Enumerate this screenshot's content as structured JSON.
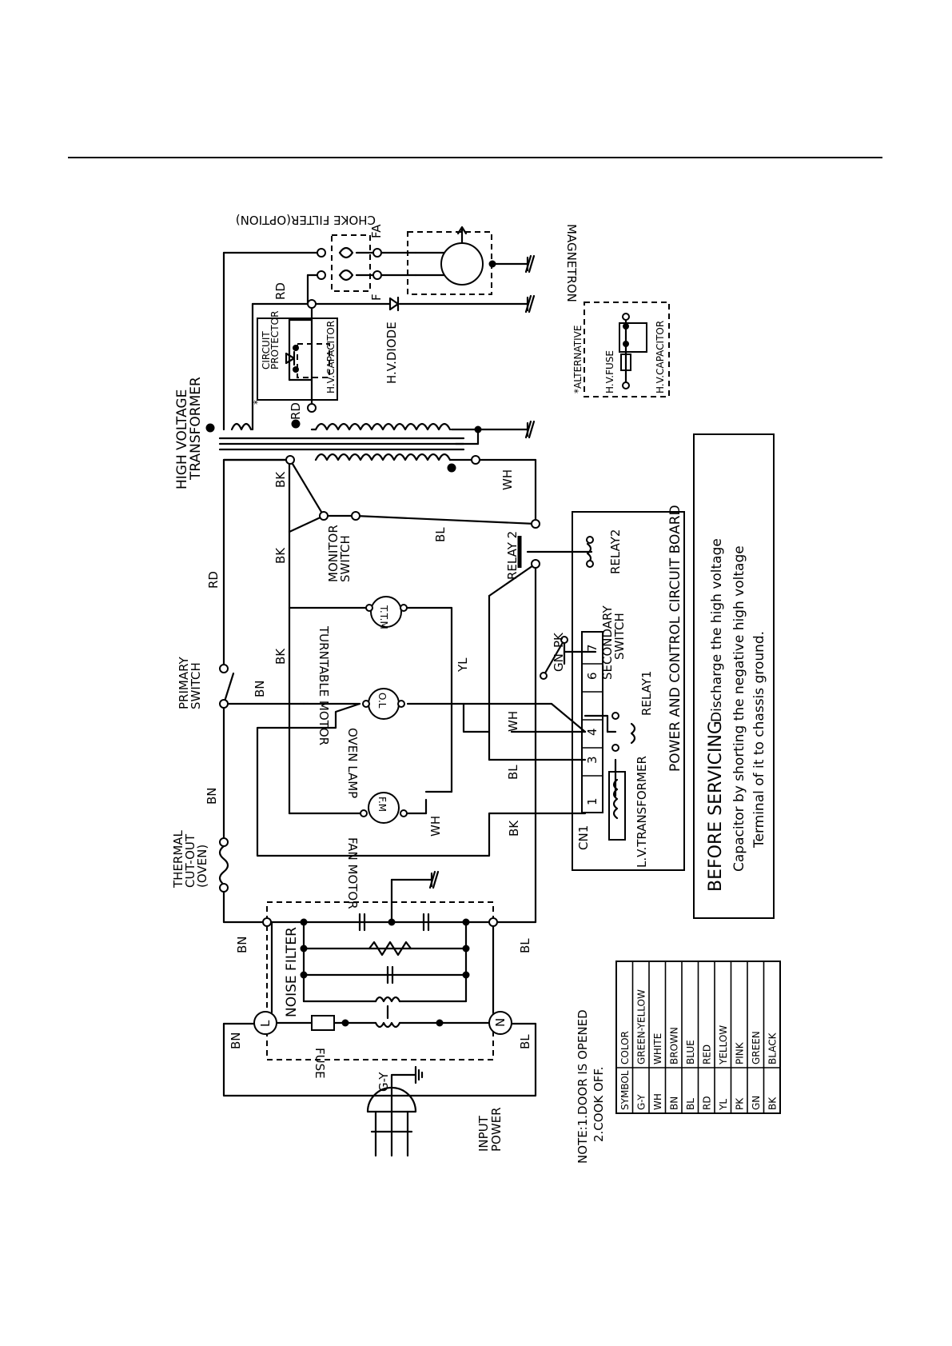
{
  "wire_codes": {
    "BN": "BN",
    "BL": "BL",
    "BK": "BK",
    "RD": "RD",
    "WH": "WH",
    "YL": "YL",
    "GN": "GN",
    "PK": "PK",
    "GY": "G-Y",
    "F": "F",
    "FA": "FA"
  },
  "components": {
    "input_power": "INPUT\nPOWER",
    "noise_filter": "NOISE FILTER",
    "fuse": "FUSE",
    "line_terminal": "L",
    "neutral_terminal": "N",
    "thermal_cutout": "THERMAL\nCUT-OUT\n(OVEN)",
    "primary_switch": "PRIMARY\nSWITCH",
    "monitor_switch": "MONITOR\nSWITCH",
    "secondary_switch": "SECONDARY\nSWITCH",
    "relay2_label": "RELAY 2",
    "relay2_coil": "RELAY2",
    "relay1_coil": "RELAY1",
    "turntable_motor": "TURNTABLE  MOTOR",
    "ttm": "T.T.M",
    "oven_lamp": "OVEN LAMP",
    "ol": "O.L",
    "fan_motor": "FAN  MOTOR",
    "fm": "F.M",
    "hv_transformer": "HIGH VOLTAGE\nTRANSFORMER",
    "circuit_protector": "CIRCUIT\nPROTECTOR",
    "hv_capacitor": "H.V.CAPACITOR",
    "hv_diode": "H.V.DIODE",
    "magnetron": "MAGNETRON",
    "choke_filter": "CHOKE FILTER(OPTION)",
    "alternative": "*ALTERNATIVE",
    "hv_fuse": "H.V.FUSE",
    "lv_transformer": "L.V.TRANSFORMER",
    "control_board": "POWER AND CONTROL CIRCUIT BOARD",
    "cn1": "CN1",
    "pins": [
      "1",
      "3",
      "4",
      "6",
      "7"
    ],
    "asterisk": "*"
  },
  "note": {
    "line1": "NOTE:1.DOOR IS OPENED",
    "line2": "2.COOK OFF."
  },
  "warning": {
    "line1": "BEFORE SERVICING",
    "line1b": "Discharge the high voltage",
    "line2": "Capacitor by shorting the negative high voltage",
    "line3": "Terminal of it to chassis ground."
  },
  "color_table": {
    "headers": [
      "SYMBOL",
      "COLOR"
    ],
    "rows": [
      [
        "G-Y",
        "GREEN-YELLOW"
      ],
      [
        "WH",
        "WHITE"
      ],
      [
        "BN",
        "BROWN"
      ],
      [
        "BL",
        "BLUE"
      ],
      [
        "RD",
        "RED"
      ],
      [
        "YL",
        "YELLOW"
      ],
      [
        "PK",
        "PINK"
      ],
      [
        "GN",
        "GREEN"
      ],
      [
        "BK",
        "BLACK"
      ]
    ]
  }
}
